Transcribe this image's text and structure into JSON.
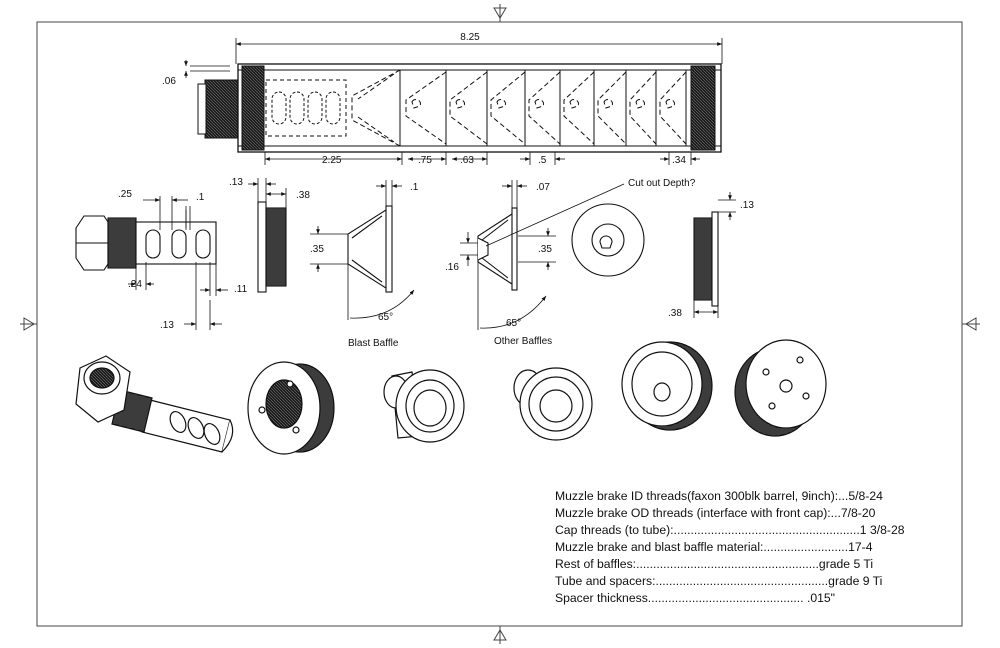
{
  "dimensions": {
    "overall_length": "8.25",
    "wall": ".06",
    "blast_chamber": "2.25",
    "baffle_pitch_a": ".75",
    "baffle_pitch_b": ".63",
    "baffle_pitch_c": ".5",
    "end_cap_len": ".34",
    "mb_port_spacing": ".25",
    "mb_port_gap": ".1",
    "mb_left_gap": ".24",
    "mb_right_gap": ".11",
    "mb_bottom_gap": ".13",
    "cap_flange": ".13",
    "cap_width": ".38",
    "blast_flange": ".1",
    "blast_bore": ".35",
    "other_flange": ".07",
    "other_bore": ".35",
    "other_cut": ".16",
    "end_flange": ".13",
    "end_width": ".38"
  },
  "angles": {
    "blast": "65°",
    "other": "65°"
  },
  "labels": {
    "blast_baffle": "Blast Baffle",
    "other_baffles": "Other Baffles",
    "cut_out": "Cut out Depth?"
  },
  "notes": [
    "Muzzle brake ID threads(faxon 300blk barrel, 9inch):...5/8-24",
    "Muzzle brake OD threads (interface with front cap):...7/8-20",
    "Cap threads (to tube):.......................................................1 3/8-28",
    "Muzzle brake and blast baffle material:.........................17-4",
    "Rest of baffles:......................................................grade 5 Ti",
    "Tube and spacers:...................................................grade 9 Ti",
    "Spacer thickness.............................................. .015\""
  ]
}
